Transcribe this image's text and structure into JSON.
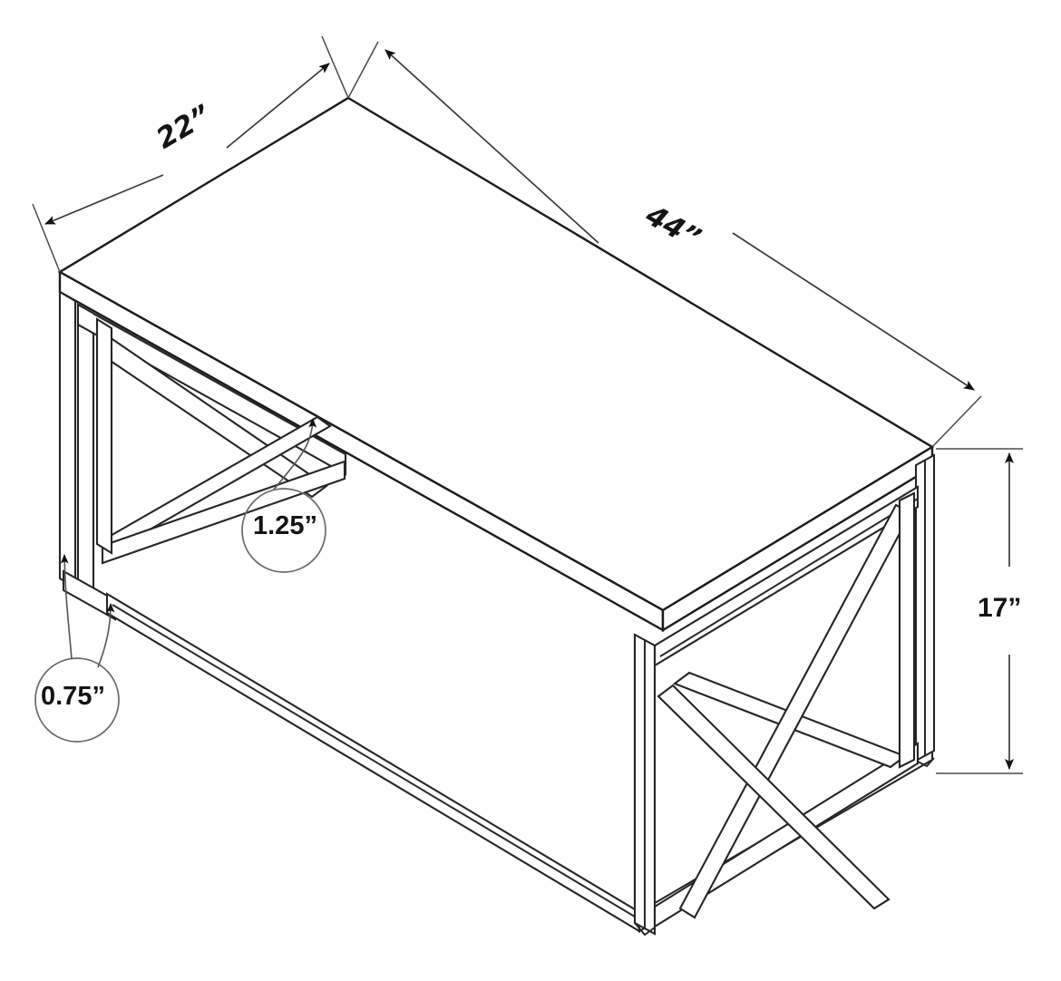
{
  "drawing": {
    "subject": "coffee-table-isometric-dimension-drawing",
    "background_color": "#ffffff",
    "line_color": "#1b1b1b",
    "dimension_line_color": "#3a3a3a",
    "callout_stroke_color": "#6b6b6b",
    "unit_symbol": "”"
  },
  "dimensions": {
    "width": {
      "id": "width-dimension",
      "value": "44”",
      "numeric": 44,
      "unit": "inch",
      "edge": "top-long-edge",
      "style": "slanted-handwritten",
      "arrowheads": "both-ends"
    },
    "depth": {
      "id": "depth-dimension",
      "value": "22”",
      "numeric": 22,
      "unit": "inch",
      "edge": "top-short-edge",
      "style": "slanted-handwritten",
      "arrowheads": "both-ends"
    },
    "height": {
      "id": "height-dimension",
      "value": "17”",
      "numeric": 17,
      "unit": "inch",
      "edge": "right-vertical",
      "style": "upright-sans",
      "arrowheads": "both-ends"
    }
  },
  "callouts": [
    {
      "id": "callout-frame-thickness",
      "value": "1.25”",
      "numeric": 1.25,
      "unit": "inch",
      "shape": "circle",
      "points_to": "upper-side-rail",
      "leader_count": 1
    },
    {
      "id": "callout-tube-thickness",
      "value": "0.75”",
      "numeric": 0.75,
      "unit": "inch",
      "shape": "circle",
      "points_to": "leg-and-bottom-rail",
      "leader_count": 2
    }
  ],
  "parts": {
    "tabletop": "rectangular-table-top",
    "left_panel": "left-x-brace-frame",
    "right_panel": "right-x-brace-frame",
    "legs": "four-square-tube-legs",
    "bottom_rails": "perimeter-bottom-rails"
  }
}
